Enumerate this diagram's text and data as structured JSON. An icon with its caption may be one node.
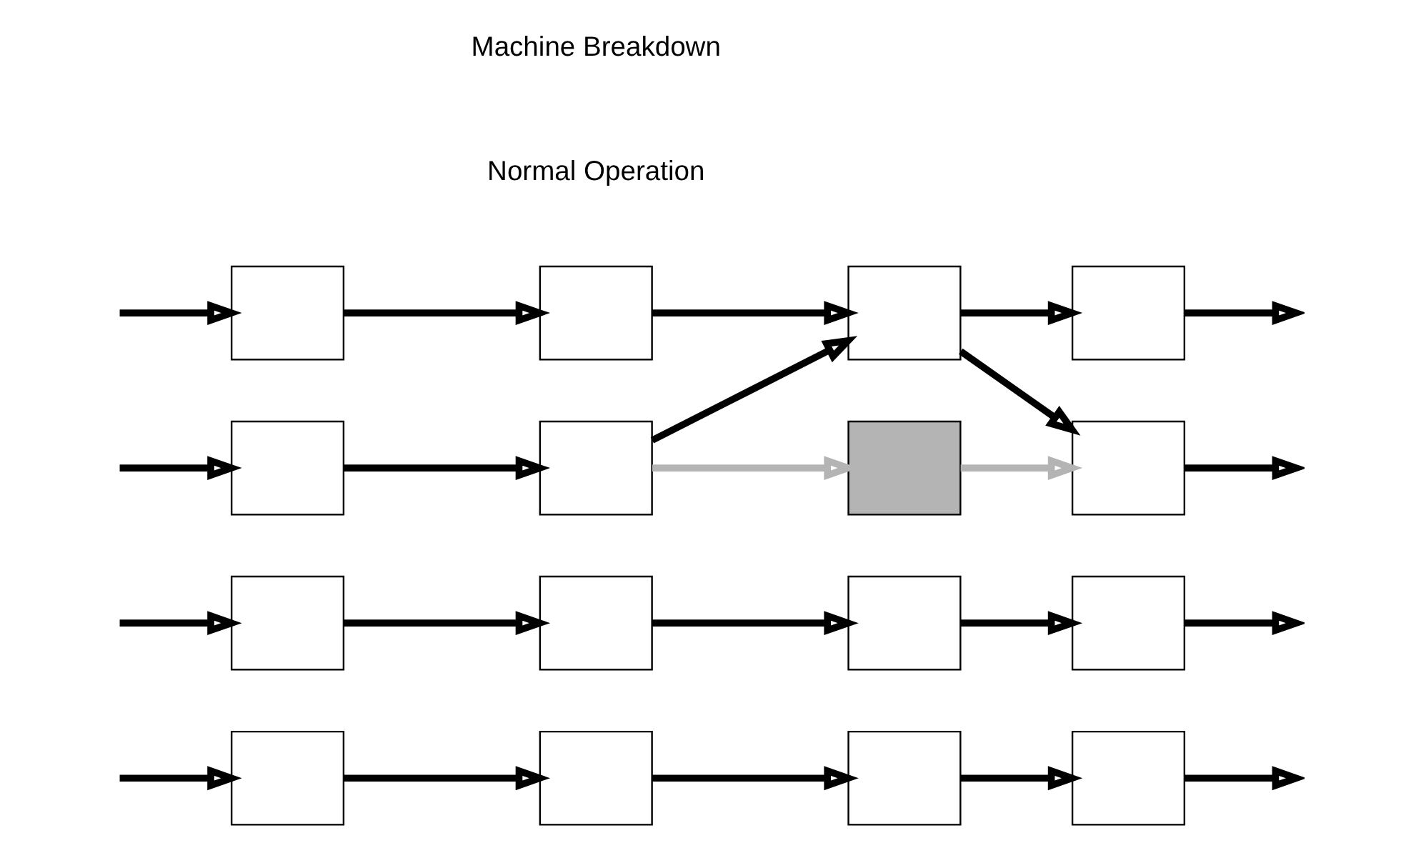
{
  "diagram": {
    "nodes": [
      {
        "text": [],
        "shape": "box"
      },
      {
        "text": [],
        "shape": "box"
      },
      {
        "text": [],
        "shape": "box"
      },
      {
        "text": [],
        "shape": "box"
      },
      {
        "text": [],
        "shape": "box"
      },
      {
        "text": [],
        "shape": "box"
      },
      {
        "text": [],
        "shape": "box"
      },
      {
        "text": [],
        "shape": "box"
      },
      {
        "text": [],
        "shape": "box"
      },
      {
        "text": [],
        "shape": "box"
      },
      {
        "text": [],
        "shape": "box"
      },
      {
        "text": [],
        "shape": "box"
      },
      {
        "text": [],
        "shape": "box"
      },
      {
        "text": [],
        "shape": "box"
      },
      {
        "text": [],
        "shape": "box"
      },
      {
        "text": [],
        "shape": "box"
      }
    ],
    "edges": [
      {
        "from": null,
        "to": 0,
        "arrow": "to"
      },
      {
        "from": 0,
        "to": 1,
        "arrow": "to"
      },
      {
        "from": 1,
        "to": 2,
        "arrow": "to"
      },
      {
        "from": 2,
        "to": 3,
        "arrow": "to"
      },
      {
        "from": 3,
        "to": null,
        "arrow": "to"
      },
      {
        "from": null,
        "to": 4,
        "arrow": "to"
      },
      {
        "from": 4,
        "to": 5,
        "arrow": "to"
      },
      {
        "from": 5,
        "to": 6,
        "arrow": "to"
      },
      {
        "from": 6,
        "to": 7,
        "arrow": "to"
      },
      {
        "from": 7,
        "to": null,
        "arrow": "to"
      },
      {
        "from": null,
        "to": 8,
        "arrow": "to"
      },
      {
        "from": 8,
        "to": 9,
        "arrow": "to"
      },
      {
        "from": 9,
        "to": 10,
        "arrow": "to",
        "color": "#b4b4b4"
      },
      {
        "from": 10,
        "to": 11,
        "arrow": "to",
        "color": "#b4b4b4"
      },
      {
        "from": 11,
        "to": null,
        "arrow": "to"
      },
      {
        "from": 9,
        "to": 14,
        "arrow": "to"
      },
      {
        "from": 14,
        "to": 11,
        "arrow": "to"
      },
      {
        "from": null,
        "to": 12,
        "arrow": "to"
      },
      {
        "from": 12,
        "to": 13,
        "arrow": "to"
      },
      {
        "from": 13,
        "to": 14,
        "arrow": "to"
      },
      {
        "from": 14,
        "to": 15,
        "arrow": "to"
      },
      {
        "from": 15,
        "to": null,
        "arrow": "to"
      }
    ],
    "labels": [
      "Normal Operation",
      "Machine Breakdown"
    ]
  }
}
